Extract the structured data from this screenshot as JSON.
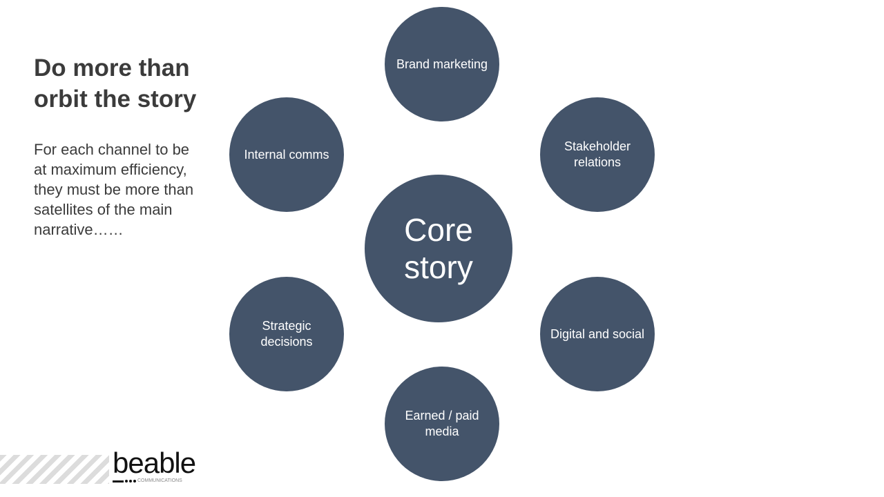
{
  "title": "Do more than orbit the story",
  "body": "For each channel to be at maximum efficiency, they must be more than satellites of the main narrative……",
  "core": "Core story",
  "channels": {
    "brand": "Brand marketing",
    "stakeholder": "Stakeholder relations",
    "digital": "Digital and social",
    "earned": "Earned / paid media",
    "strategic": "Strategic decisions",
    "internal": "Internal comms"
  },
  "logo": {
    "name": "beable",
    "sub": "COMMUNICATIONS"
  },
  "colors": {
    "circle": "#44546a",
    "text": "#3b3b3b"
  }
}
